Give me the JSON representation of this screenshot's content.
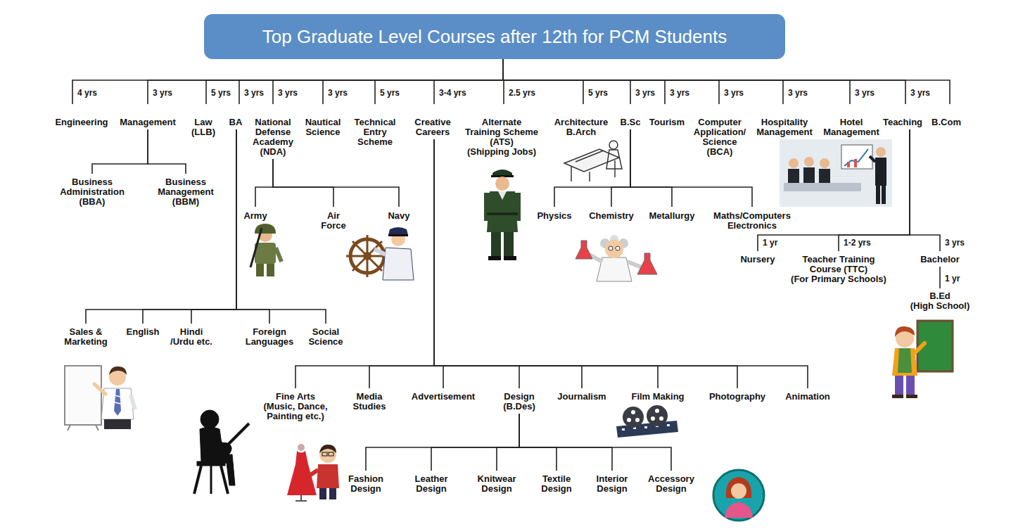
{
  "diagram": {
    "nodes": [
      {
        "text": [
          "Top Graduate Level Courses after 12th for PCM Students"
        ]
      },
      {
        "text": [
          "Engineering"
        ]
      },
      {
        "text": [
          "Management"
        ]
      },
      {
        "text": [
          "Law (LLB)"
        ]
      },
      {
        "text": [
          "BA"
        ]
      },
      {
        "text": [
          "National Defense Academy (NDA)"
        ]
      },
      {
        "text": [
          "Nautical Science"
        ]
      },
      {
        "text": [
          "Technical Entry Scheme"
        ]
      },
      {
        "text": [
          "Creative Careers"
        ]
      },
      {
        "text": [
          "Alternate Training Scheme (ATS)",
          "(Shipping Jobs)"
        ]
      },
      {
        "text": [
          "Architecture B.Arch"
        ]
      },
      {
        "text": [
          "B.Sc"
        ]
      },
      {
        "text": [
          "Tourism"
        ]
      },
      {
        "text": [
          "Computer Application/ Science (BCA)"
        ]
      },
      {
        "text": [
          "Hospitality Management"
        ]
      },
      {
        "text": [
          "Hotel Management"
        ]
      },
      {
        "text": [
          "Teaching"
        ]
      },
      {
        "text": [
          "B.Com"
        ]
      },
      {
        "text": [
          "Business Administration (BBA)"
        ]
      },
      {
        "text": [
          "Business Management (BBM)"
        ]
      },
      {
        "text": [
          "Army"
        ]
      },
      {
        "text": [
          "Air Force"
        ]
      },
      {
        "text": [
          "Navy"
        ]
      },
      {
        "text": [
          "Physics"
        ]
      },
      {
        "text": [
          "Chemistry"
        ]
      },
      {
        "text": [
          "Metallurgy"
        ]
      },
      {
        "text": [
          "Maths/Computers Electronics"
        ]
      },
      {
        "text": [
          "Nursery"
        ]
      },
      {
        "text": [
          "Teacher Training Course (TTC)",
          "(For Primary Schools)"
        ]
      },
      {
        "text": [
          "Bachelor"
        ]
      },
      {
        "text": [
          "B.Ed",
          "(High School)"
        ]
      },
      {
        "text": [
          "Sales & Marketing"
        ]
      },
      {
        "text": [
          "English"
        ]
      },
      {
        "text": [
          "Hindi /Urdu etc."
        ]
      },
      {
        "text": [
          "Foreign Languages"
        ]
      },
      {
        "text": [
          "Social Science"
        ]
      },
      {
        "text": [
          "Fine Arts (Music, Dance, Painting etc.)"
        ]
      },
      {
        "text": [
          "Media Studies"
        ]
      },
      {
        "text": [
          "Advertisement"
        ]
      },
      {
        "text": [
          "Design (B.Des)"
        ]
      },
      {
        "text": [
          "Journalism"
        ]
      },
      {
        "text": [
          "Film Making"
        ]
      },
      {
        "text": [
          "Photography"
        ]
      },
      {
        "text": [
          "Animation"
        ]
      },
      {
        "text": [
          "Fashion Design"
        ]
      },
      {
        "text": [
          "Leather Design"
        ]
      },
      {
        "text": [
          "Knitwear Design"
        ]
      },
      {
        "text": [
          "Textile Design"
        ]
      },
      {
        "text": [
          "Interior Design"
        ]
      },
      {
        "text": [
          "Accessory Design"
        ]
      }
    ],
    "edges": [
      {
        "from": 0,
        "to": 1,
        "arrow": "none",
        "label": "4 yrs"
      },
      {
        "from": 0,
        "to": 2,
        "arrow": "none",
        "label": "3 yrs"
      },
      {
        "from": 0,
        "to": 3,
        "arrow": "none",
        "label": "5 yrs"
      },
      {
        "from": 0,
        "to": 4,
        "arrow": "none",
        "label": "3 yrs"
      },
      {
        "from": 0,
        "to": 5,
        "arrow": "none",
        "label": "3 yrs"
      },
      {
        "from": 0,
        "to": 6,
        "arrow": "none",
        "label": "3 yrs"
      },
      {
        "from": 0,
        "to": 7,
        "arrow": "none",
        "label": "5 yrs"
      },
      {
        "from": 0,
        "to": 8,
        "arrow": "none",
        "label": "3-4 yrs"
      },
      {
        "from": 0,
        "to": 9,
        "arrow": "none",
        "label": "2.5 yrs"
      },
      {
        "from": 0,
        "to": 10,
        "arrow": "none",
        "label": "5 yrs"
      },
      {
        "from": 0,
        "to": 11,
        "arrow": "none",
        "label": "3 yrs"
      },
      {
        "from": 0,
        "to": 12,
        "arrow": "none",
        "label": "3 yrs"
      },
      {
        "from": 0,
        "to": 13,
        "arrow": "none",
        "label": "3 yrs"
      },
      {
        "from": 0,
        "to": 14,
        "arrow": "none",
        "label": "3 yrs"
      },
      {
        "from": 0,
        "to": 15,
        "arrow": "none",
        "label": "3 yrs"
      },
      {
        "from": 0,
        "to": 16,
        "arrow": "none",
        "label": "3 yrs"
      },
      {
        "from": 0,
        "to": 17,
        "arrow": "none"
      },
      {
        "from": 2,
        "to": 18,
        "arrow": "none"
      },
      {
        "from": 2,
        "to": 19,
        "arrow": "none"
      },
      {
        "from": 5,
        "to": 20,
        "arrow": "none"
      },
      {
        "from": 5,
        "to": 21,
        "arrow": "none"
      },
      {
        "from": 5,
        "to": 22,
        "arrow": "none"
      },
      {
        "from": 11,
        "to": 23,
        "arrow": "none"
      },
      {
        "from": 11,
        "to": 24,
        "arrow": "none"
      },
      {
        "from": 11,
        "to": 25,
        "arrow": "none"
      },
      {
        "from": 11,
        "to": 26,
        "arrow": "none"
      },
      {
        "from": 16,
        "to": 27,
        "arrow": "none",
        "label": "1 yr"
      },
      {
        "from": 16,
        "to": 28,
        "arrow": "none",
        "label": "1-2 yrs"
      },
      {
        "from": 16,
        "to": 29,
        "arrow": "none",
        "label": "3 yrs"
      },
      {
        "from": 29,
        "to": 30,
        "arrow": "none",
        "label": "1 yr"
      },
      {
        "from": 4,
        "to": 31,
        "arrow": "none"
      },
      {
        "from": 4,
        "to": 32,
        "arrow": "none"
      },
      {
        "from": 4,
        "to": 33,
        "arrow": "none"
      },
      {
        "from": 4,
        "to": 34,
        "arrow": "none"
      },
      {
        "from": 4,
        "to": 35,
        "arrow": "none"
      },
      {
        "from": 8,
        "to": 36,
        "arrow": "none"
      },
      {
        "from": 8,
        "to": 37,
        "arrow": "none"
      },
      {
        "from": 8,
        "to": 38,
        "arrow": "none"
      },
      {
        "from": 8,
        "to": 39,
        "arrow": "none"
      },
      {
        "from": 8,
        "to": 40,
        "arrow": "none"
      },
      {
        "from": 8,
        "to": 41,
        "arrow": "none"
      },
      {
        "from": 8,
        "to": 42,
        "arrow": "none"
      },
      {
        "from": 8,
        "to": 43,
        "arrow": "none"
      },
      {
        "from": 39,
        "to": 44,
        "arrow": "none"
      },
      {
        "from": 39,
        "to": 45,
        "arrow": "none"
      },
      {
        "from": 39,
        "to": 46,
        "arrow": "none"
      },
      {
        "from": 39,
        "to": 47,
        "arrow": "none"
      },
      {
        "from": 39,
        "to": 48,
        "arrow": "none"
      },
      {
        "from": 39,
        "to": 49,
        "arrow": "none"
      }
    ]
  }
}
